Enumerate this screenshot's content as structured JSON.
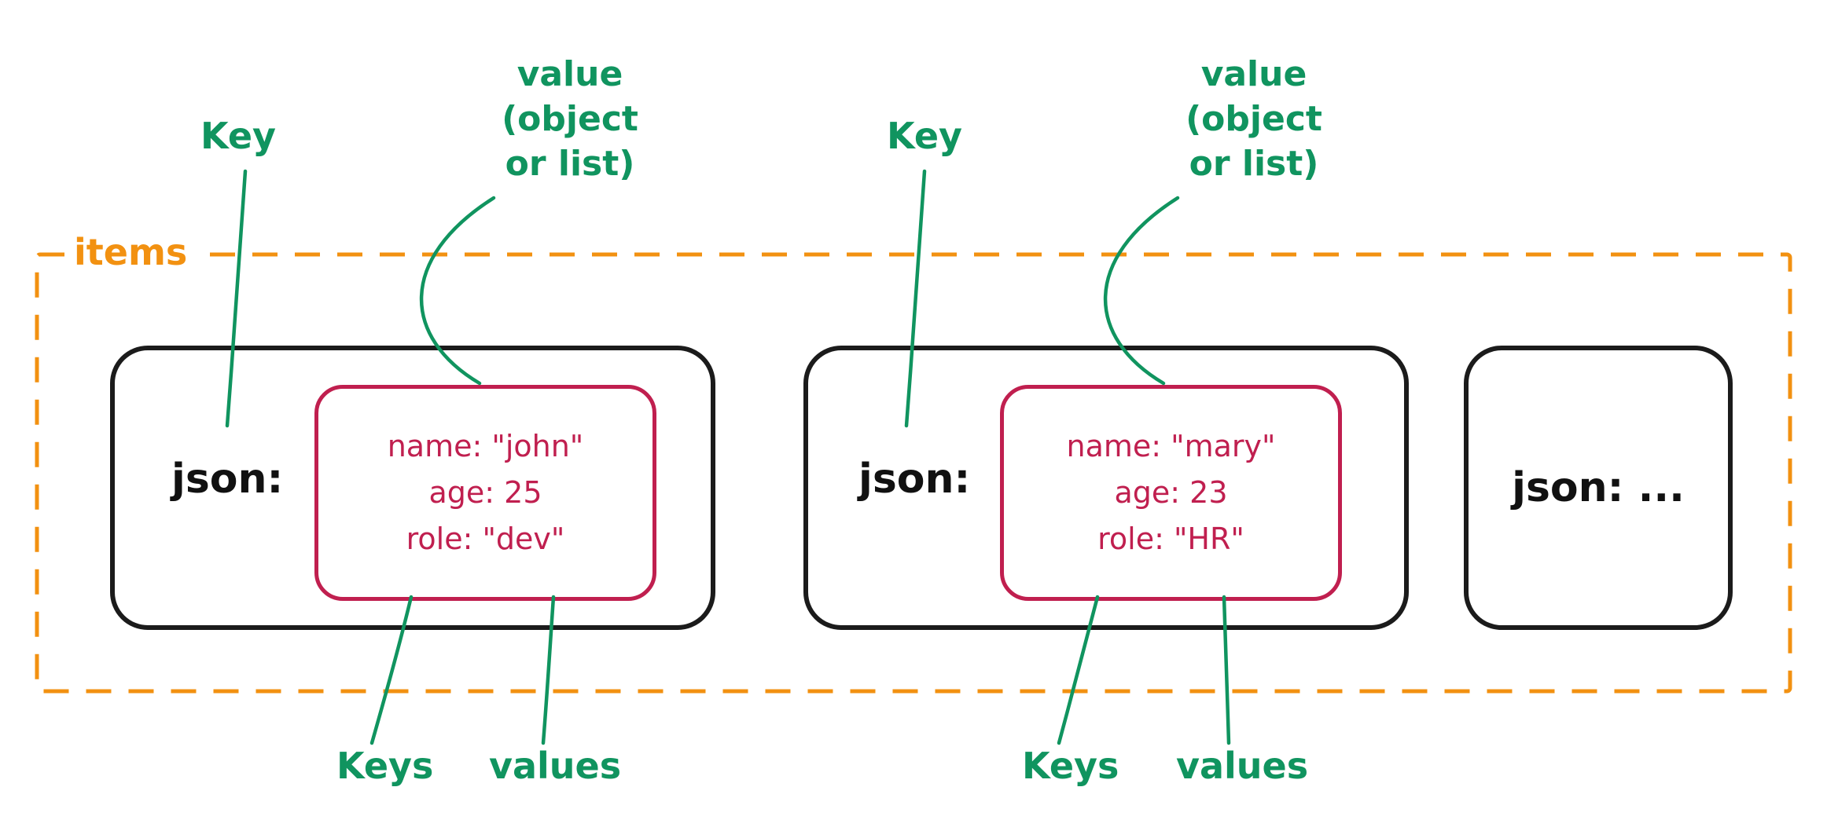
{
  "diagram": {
    "items_label": "items",
    "annotations": {
      "key_1": "Key",
      "key_2": "Key",
      "value_1": "value\n(object\nor list)",
      "value_2": "value\n(object\nor list)",
      "keys_1": "Keys",
      "keys_2": "Keys",
      "values_1": "values",
      "values_2": "values"
    },
    "records": [
      {
        "key_label": "json:",
        "fields": [
          "name: \"john\"",
          "age: 25",
          "role: \"dev\""
        ]
      },
      {
        "key_label": "json:",
        "fields": [
          "name: \"mary\"",
          "age: 23",
          "role: \"HR\""
        ]
      },
      {
        "key_label": "json: ..."
      }
    ],
    "colors": {
      "orange": "#f29111",
      "green": "#10945f",
      "crimson": "#c01f4f",
      "black": "#1b1b1b"
    }
  }
}
